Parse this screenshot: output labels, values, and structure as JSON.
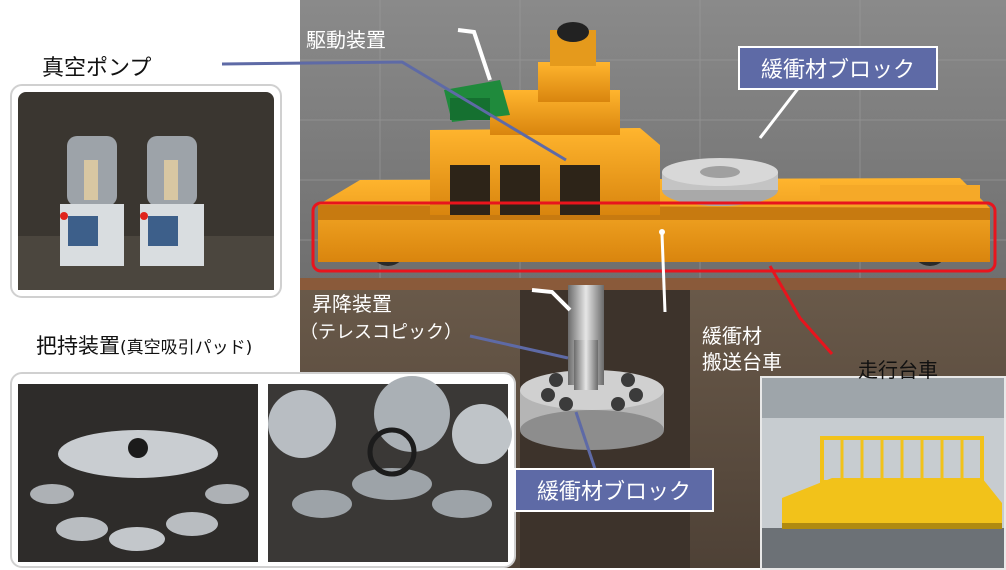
{
  "labels": {
    "vacuum_pump": "真空ポンプ",
    "drive_unit": "駆動装置",
    "buffer_block_top": "緩衝材ブロック",
    "lift_unit_line1": "昇降装置",
    "lift_unit_line2": "（テレスコピック）",
    "gripper_main": "把持装置",
    "gripper_sub": "(真空吸引パッド)",
    "carrier_line1": "緩衝材",
    "carrier_line2": "搬送台車",
    "travel_cart": "走行台車",
    "buffer_block_bottom": "緩衝材ブロック"
  },
  "colors": {
    "label_box": "#5e6aa6",
    "leader_line": "#5e6aa6",
    "highlight_frame": "#e8141d",
    "machine_orange": "#f0a11e",
    "cart_yellow": "#f2c21a"
  }
}
